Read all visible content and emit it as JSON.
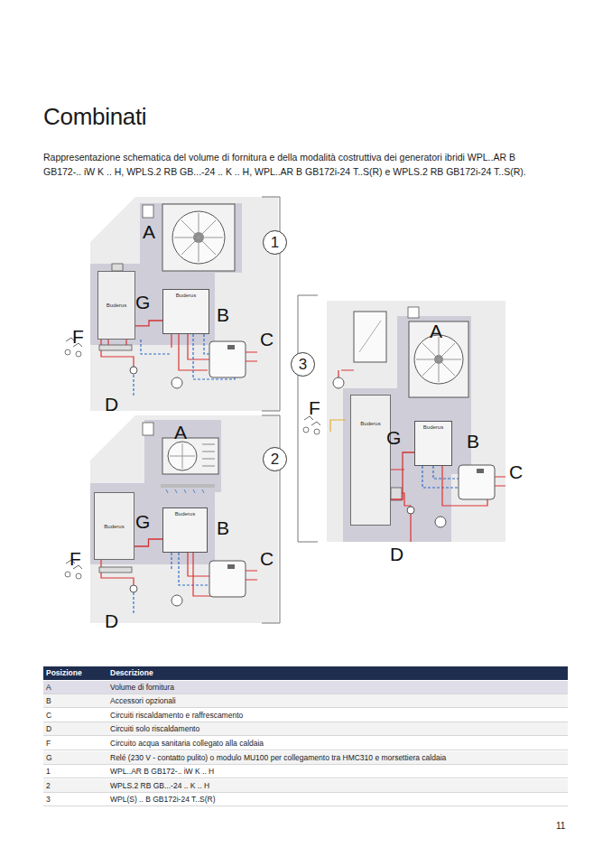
{
  "diagram": {
    "title": "Combinati",
    "caption": "Rappresentazione schematica del volume di fornitura e della modalità costruttiva dei generatori ibridi WPL..AR B GB172-.. iW K .. H, WPLS.2 RB GB...-24 .. K .. H, WPL..AR B GB172i-24 T..S(R) e WPLS.2 RB GB172i-24 T..S(R).",
    "nodes": [
      {
        "text": [
          "1"
        ]
      },
      {
        "text": [
          "Buderus"
        ]
      },
      {
        "text": [
          "Buderus"
        ]
      },
      {
        "text": [
          "2"
        ]
      },
      {
        "text": [
          "Buderus"
        ]
      },
      {
        "text": [
          "Buderus"
        ]
      },
      {
        "text": [
          "3"
        ]
      },
      {
        "text": [
          "Buderus"
        ]
      },
      {
        "text": [
          "Buderus"
        ]
      }
    ],
    "edges": [
      {
        "from": 1,
        "to": 2,
        "arrow": "none"
      },
      {
        "from": 4,
        "to": 5,
        "arrow": "none"
      },
      {
        "from": 7,
        "to": 8,
        "arrow": "none"
      }
    ],
    "labels": [
      "A",
      "G",
      "F",
      "B",
      "C",
      "D",
      "A",
      "G",
      "F",
      "B",
      "C",
      "D",
      "A",
      "G",
      "F",
      "B",
      "C",
      "D",
      "Posizione",
      "Descrizione",
      "A",
      "Volume di fornitura",
      "B",
      "Accessori opzionali",
      "C",
      "Circuiti riscaldamento e raffrescamento",
      "D",
      "Circuiti solo riscaldamento",
      "F",
      "Circuito acqua sanitaria collegato alla caldaia",
      "G",
      "Relé (230 V - contatto pulito) o modulo MU100 per collegamento tra HMC310 e morsettiera caldaia",
      "1",
      "WPL..AR B GB172-.. iW K .. H",
      "2",
      "WPLS.2 RB GB...-24 .. K .. H",
      "3",
      "WPL(S) .. B GB172i-24 T..S(R)",
      "11"
    ]
  }
}
